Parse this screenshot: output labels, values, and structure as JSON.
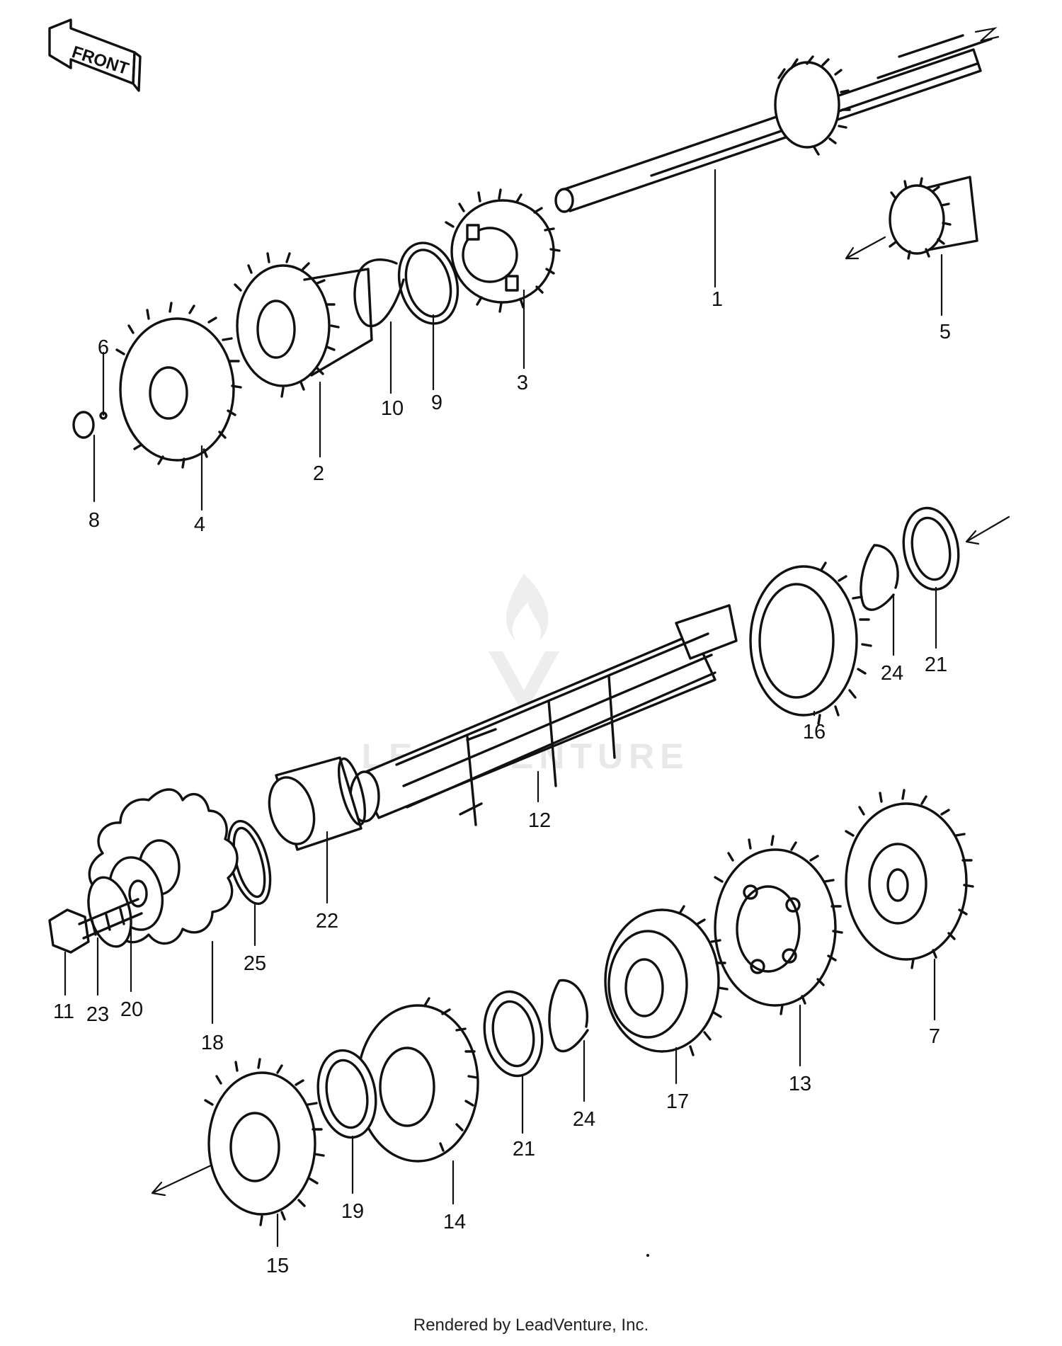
{
  "header": {
    "front_label": "FRONT"
  },
  "watermark": {
    "text": "LEADVENTURE"
  },
  "parts": {
    "p1": "1",
    "p2": "2",
    "p3": "3",
    "p4": "4",
    "p5": "5",
    "p6": "6",
    "p7": "7",
    "p8": "8",
    "p9": "9",
    "p10": "10",
    "p11": "11",
    "p12": "12",
    "p13": "13",
    "p14": "14",
    "p15": "15",
    "p16": "16",
    "p17": "17",
    "p18": "18",
    "p19": "19",
    "p20": "20",
    "p21a": "21",
    "p21b": "21",
    "p22": "22",
    "p23": "23",
    "p24a": "24",
    "p24b": "24",
    "p25": "25"
  },
  "footer": {
    "text": "Rendered by LeadVenture, Inc."
  },
  "colors": {
    "ink": "#111111",
    "watermark": "#e6e6e6",
    "background": "#ffffff"
  }
}
